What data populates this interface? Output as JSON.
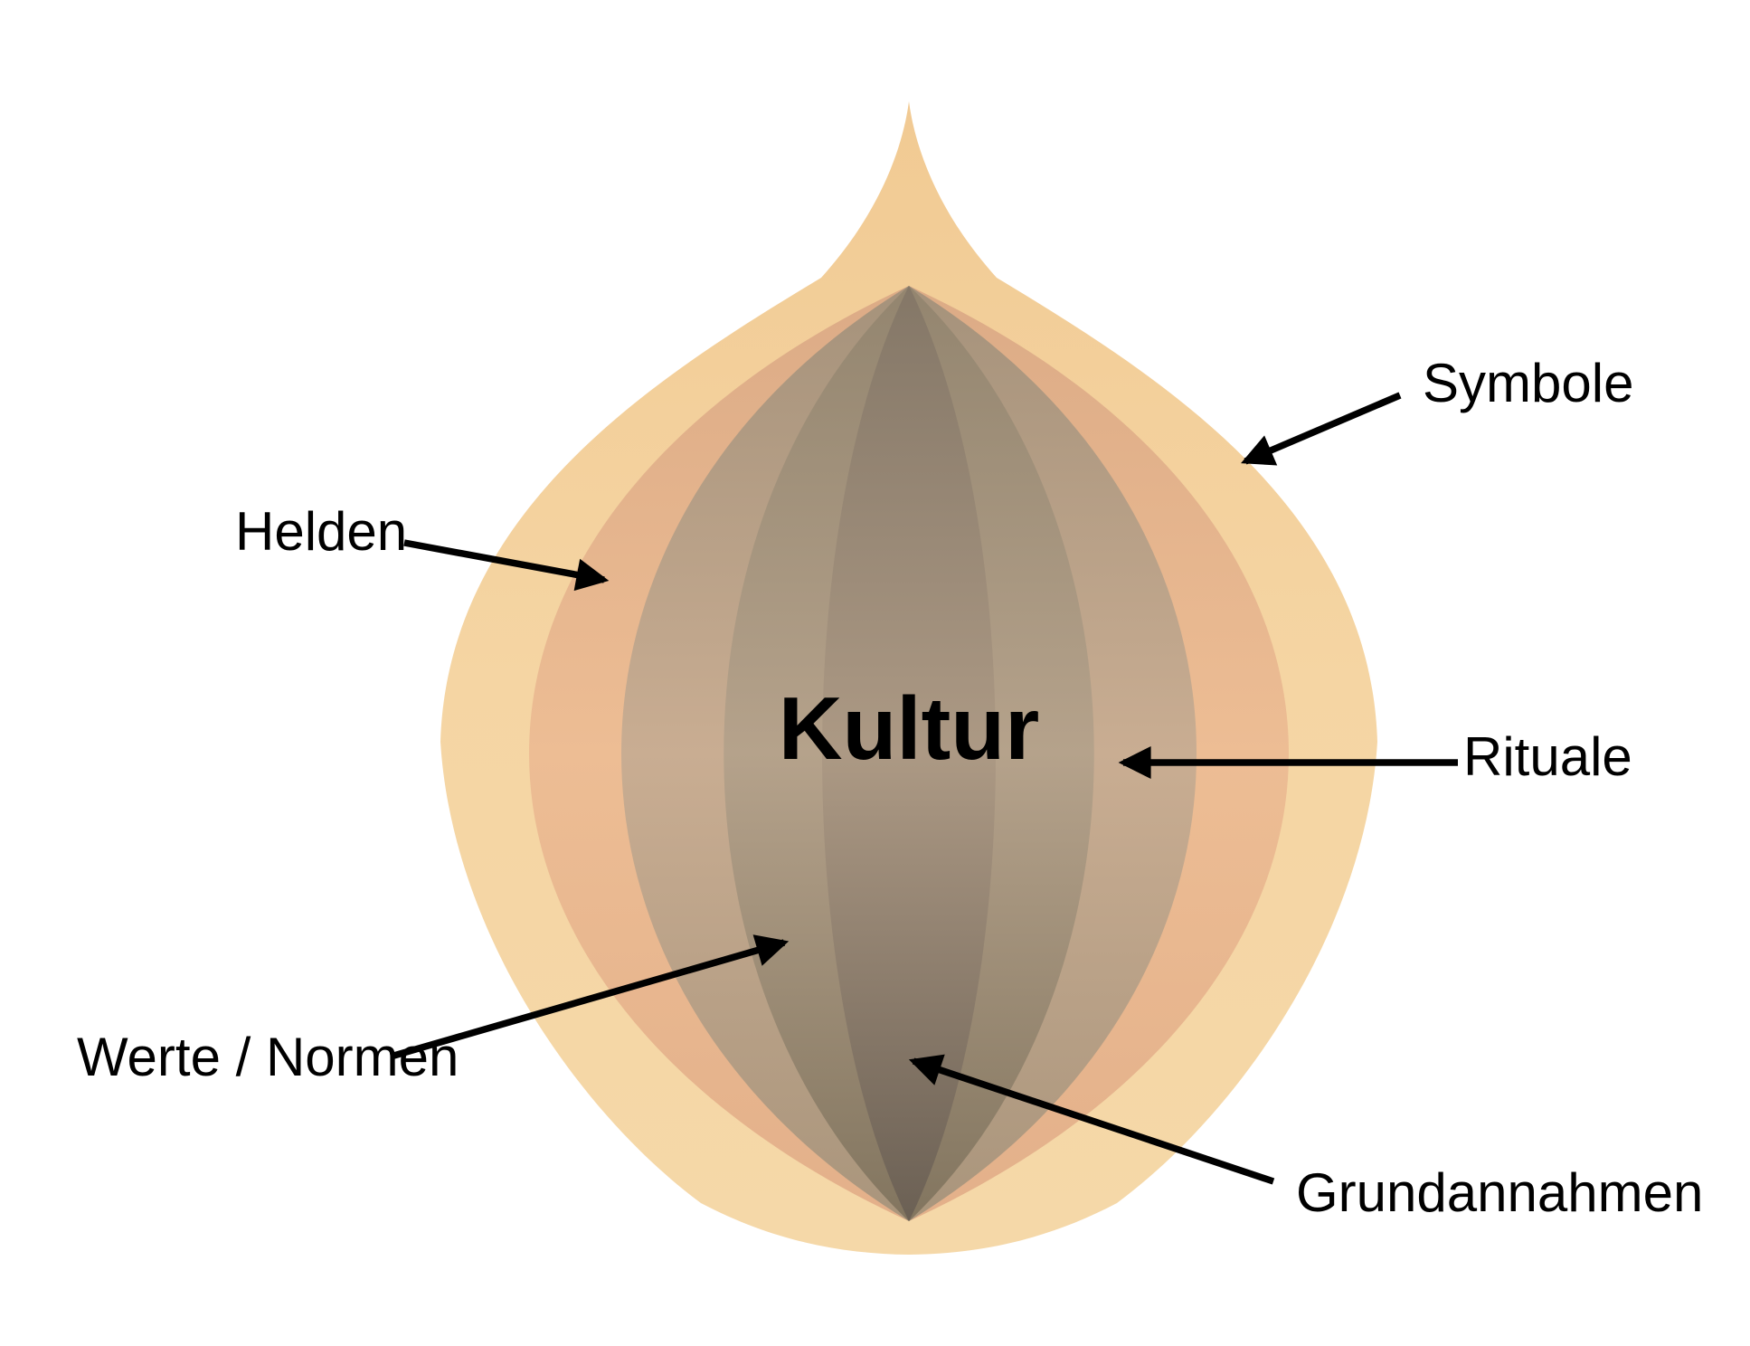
{
  "figure": {
    "background": "#FFFFFF",
    "center_label": "Kultur",
    "text_color": "#000000",
    "arrow_color": "#000000",
    "layers": [
      {
        "label": "Symbole",
        "color_top": "#F1CA93",
        "color_mid": "#F5D5A3",
        "color_bottom": "#F5D8A8"
      },
      {
        "label": "Helden",
        "color_top": "#DCAB86",
        "color_mid": "#EDBD94",
        "color_bottom": "#E3B08A"
      },
      {
        "label": "Rituale",
        "color_top": "#A5927B",
        "color_mid": "#C9AD92",
        "color_bottom": "#A9957C"
      },
      {
        "label": "Werte / Normen",
        "color_top": "#93856F",
        "color_mid": "#B5A28B",
        "color_bottom": "#82755F"
      },
      {
        "label": "Grundannahmen",
        "color_top": "#847767",
        "color_mid": "#AC9984",
        "color_bottom": "#6B6054"
      }
    ]
  }
}
